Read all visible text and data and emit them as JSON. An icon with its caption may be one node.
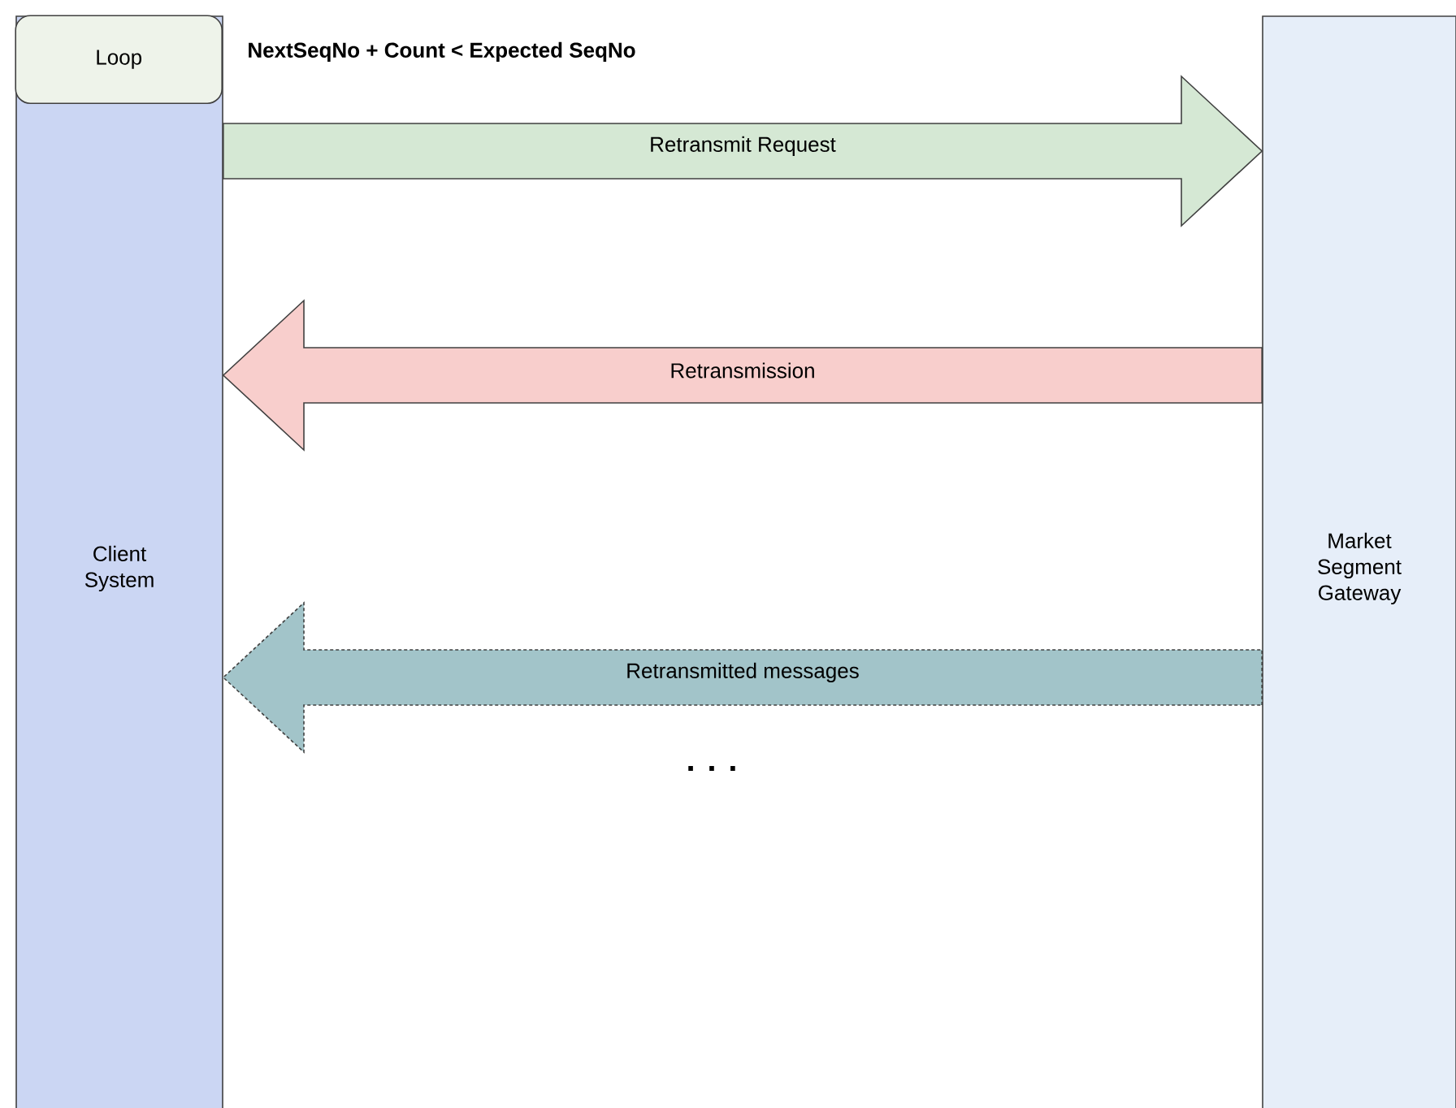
{
  "diagram": {
    "nodes": [
      {
        "text": [
          "Client System"
        ]
      },
      {
        "text": [
          "Loop"
        ],
        "in": 0
      },
      {
        "text": [
          "Market Segment Gateway"
        ]
      }
    ],
    "edges": [
      {
        "from": 0,
        "to": 2,
        "arrow": "to",
        "label": "Retransmit Request",
        "color": "#d5e8d4"
      },
      {
        "from": 2,
        "to": 0,
        "arrow": "to",
        "label": "Retransmission",
        "color": "#f8cecc"
      },
      {
        "from": 2,
        "to": 0,
        "arrow": "to",
        "label": "Retransmitted messages",
        "style": "dashed",
        "color": "#a2c4c9"
      }
    ],
    "labels": [
      "NextSeqNo + Count < Expected SeqNo",
      ". . ."
    ]
  }
}
